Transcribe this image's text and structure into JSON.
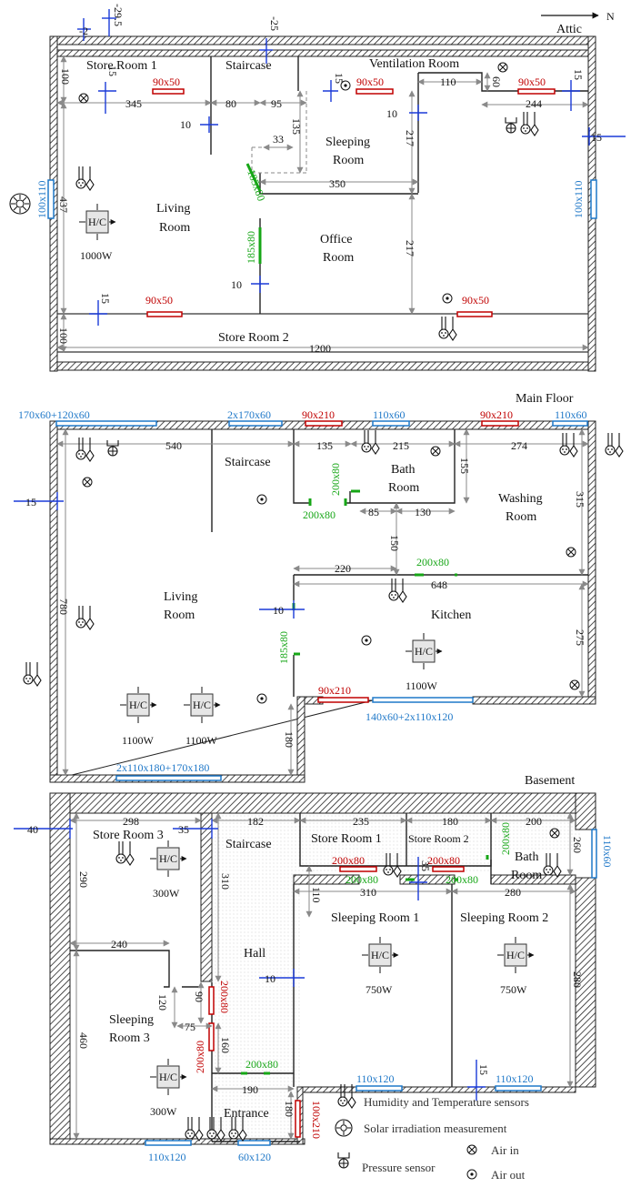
{
  "floors": {
    "attic": {
      "title": "Attic",
      "north": "N",
      "rooms": {
        "store_room_1": "Store Room 1",
        "staircase": "Staircase",
        "ventilation_room": "Ventilation Room",
        "sleeping_room_1": "Sleeping",
        "sleeping_room_2": "Room",
        "living_room_1": "Living",
        "living_room_2": "Room",
        "office_room_1": "Office",
        "office_room_2": "Room",
        "store_room_2": "Store Room 2"
      },
      "heater": {
        "label": "H/C",
        "power": "1000W"
      },
      "dims": [
        "-2",
        "-29.5",
        "-25",
        "100",
        "15",
        "345",
        "80",
        "95",
        "15",
        "110",
        "60",
        "15",
        "244",
        "10",
        "135",
        "33",
        "10",
        "217",
        "15",
        "350",
        "437",
        "217",
        "10",
        "15",
        "100",
        "1200"
      ],
      "windows_red": [
        "90x50",
        "90x50",
        "90x50",
        "90x50",
        "90x50"
      ],
      "windows_blue": [
        "100x110",
        "100x110"
      ],
      "doors_green": [
        "185x80",
        "185x80"
      ]
    },
    "main": {
      "title": "Main Floor",
      "rooms": {
        "staircase": "Staircase",
        "bath_1": "Bath",
        "bath_2": "Room",
        "washing_1": "Washing",
        "washing_2": "Room",
        "living_1": "Living",
        "living_2": "Room",
        "kitchen": "Kitchen"
      },
      "heaters": [
        {
          "label": "H/C",
          "power": "1100W"
        },
        {
          "label": "H/C",
          "power": "1100W"
        },
        {
          "label": "H/C",
          "power": "1100W"
        }
      ],
      "dims": [
        "540",
        "135",
        "215",
        "274",
        "155",
        "315",
        "15",
        "85",
        "130",
        "150",
        "220",
        "648",
        "780",
        "10",
        "275",
        "180"
      ],
      "windows_blue": [
        "170x60+120x60",
        "2x170x60",
        "110x60",
        "110x60",
        "140x60+2x110x120",
        "2x110x180+170x180"
      ],
      "windows_red": [
        "90x210",
        "90x210",
        "90x210"
      ],
      "doors_green": [
        "200x80",
        "200x80",
        "200x80",
        "185x80"
      ]
    },
    "basement": {
      "title": "Basement",
      "rooms": {
        "store_room_3": "Store Room 3",
        "staircase": "Staircase",
        "store_room_1": "Store Room 1",
        "store_room_2": "Store Room 2",
        "bath_1": "Bath",
        "bath_2": "Room",
        "hall": "Hall",
        "sleeping_1": "Sleeping Room 1",
        "sleeping_2": "Sleeping Room 2",
        "sleeping_3a": "Sleeping",
        "sleeping_3b": "Room 3",
        "entrance": "Entrance"
      },
      "heaters": [
        {
          "label": "H/C",
          "power": "300W"
        },
        {
          "label": "H/C",
          "power": "750W"
        },
        {
          "label": "H/C",
          "power": "750W"
        },
        {
          "label": "H/C",
          "power": "300W"
        }
      ],
      "dims": [
        "298",
        "182",
        "235",
        "180",
        "200",
        "40",
        "35",
        "290",
        "310",
        "260",
        "110",
        "35",
        "240",
        "310",
        "280",
        "120",
        "90",
        "10",
        "75",
        "160",
        "280",
        "460",
        "15",
        "190",
        "180"
      ],
      "windows_red": [
        "200x80",
        "200x80",
        "200x80",
        "200x80",
        "100x210"
      ],
      "windows_blue": [
        "110x60",
        "110x120",
        "110x120",
        "110x120",
        "60x120"
      ],
      "doors_green": [
        "200x80",
        "200x80",
        "200x80",
        "200x80"
      ]
    }
  },
  "legend": {
    "humidity": "Humidity and Temperature sensors",
    "solar": "Solar irradiation measurement",
    "pressure": "Pressure sensor",
    "air_in": "Air in",
    "air_out": "Air out"
  }
}
